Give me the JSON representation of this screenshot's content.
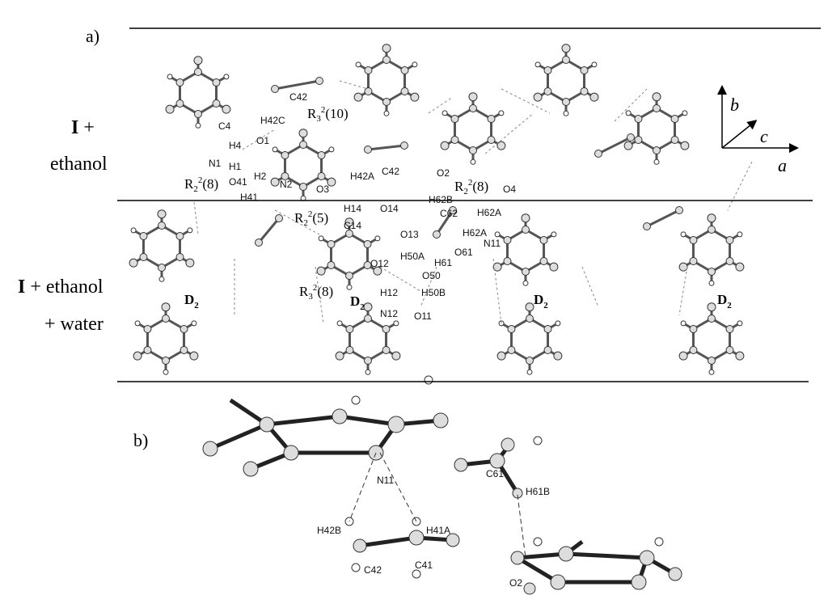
{
  "panel_a": {
    "label": "a)",
    "row1_label": {
      "I": "I",
      "plus": " +",
      "solvent": "ethanol"
    },
    "row2_label": {
      "I": "I",
      "line1": " + ethanol",
      "line2": "+ water"
    },
    "axes": {
      "a": "a",
      "b": "b",
      "c": "c"
    },
    "atoms": [
      "C4",
      "H42C",
      "C42",
      "O1",
      "H4",
      "N1",
      "H1",
      "O41",
      "H2",
      "N2",
      "H41",
      "H42A",
      "C42",
      "O2",
      "O4",
      "O3",
      "H62B",
      "C62",
      "H62A",
      "H14",
      "O14",
      "C14",
      "O13",
      "H62A",
      "N11",
      "H50A",
      "O61",
      "O12",
      "H61",
      "O50",
      "H12",
      "H50B",
      "N12",
      "O11"
    ],
    "motifs": [
      {
        "base": "R",
        "sub": "2",
        "sup": "2",
        "rest": "(8)"
      },
      {
        "base": "R",
        "sub": "3",
        "sup": "2",
        "rest": "(10)"
      },
      {
        "base": "R",
        "sub": "2",
        "sup": "2",
        "rest": "(8)"
      },
      {
        "base": "R",
        "sub": "2",
        "sup": "2",
        "rest": "(5)"
      },
      {
        "base": "R",
        "sub": "3",
        "sup": "2",
        "rest": "(8)"
      }
    ],
    "d2": {
      "base": "D",
      "sub": "2"
    }
  },
  "panel_b": {
    "label": "b)",
    "atoms": [
      "N11",
      "C61",
      "H61B",
      "H42B",
      "H41A",
      "C42",
      "C41",
      "O2"
    ]
  }
}
